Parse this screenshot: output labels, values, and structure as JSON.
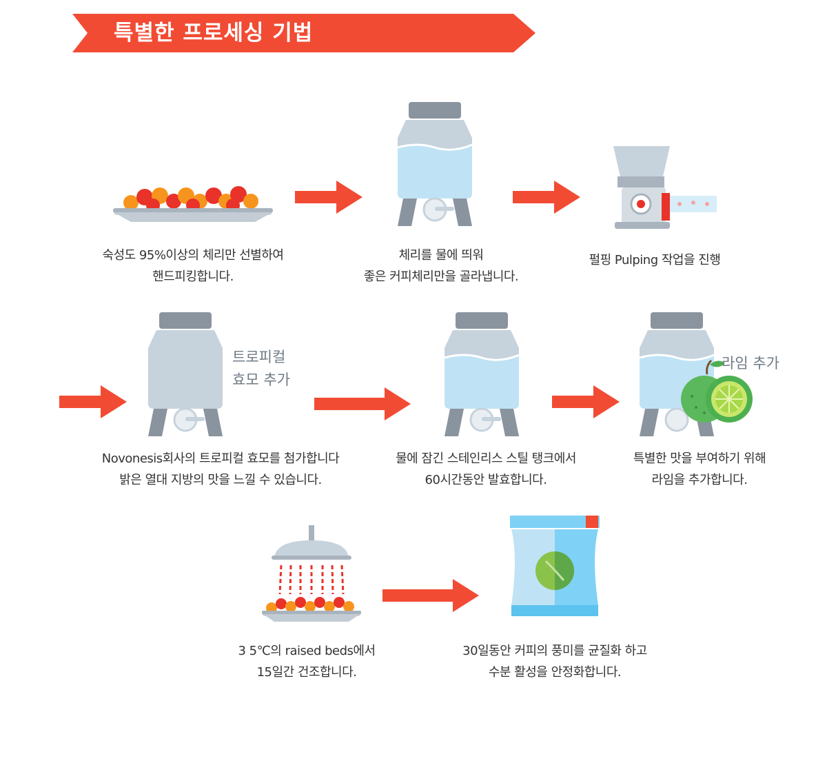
{
  "header": {
    "title": "특별한 프로세싱 기법"
  },
  "steps": [
    {
      "lines": [
        "숙성도 95%이상의 체리만 선별하여",
        "핸드피킹합니다."
      ]
    },
    {
      "lines": [
        "체리를 물에 띄워",
        "좋은 커피체리만을 골라냅니다."
      ]
    },
    {
      "lines": [
        "펄핑 Pulping 작업을 진행"
      ]
    },
    {
      "lines": [
        "Novonesis회사의 트로피컬 효모를 첨가합니다",
        "밝은 열대 지방의 맛을 느낄 수 있습니다."
      ],
      "label": [
        "트로피컬",
        "효모 추가"
      ]
    },
    {
      "lines": [
        "물에 잠긴 스테인리스 스틸 탱크에서",
        "60시간동안 발효합니다."
      ]
    },
    {
      "lines": [
        "특별한 맛을 부여하기 위해",
        "라임을 추가합니다."
      ],
      "label": [
        "라임 추가"
      ]
    },
    {
      "lines": [
        "3 5℃의 raised beds에서",
        "15일간 건조합니다."
      ]
    },
    {
      "lines": [
        "30일동안 커피의 풍미를 균질화 하고",
        "수분 활성을 안정화합니다."
      ]
    }
  ],
  "colors": {
    "accent": "#f24b34",
    "tank": "#c6d2dc",
    "tank_dark": "#8a949e",
    "water": "#bfe3f5",
    "lime": "#7dc243",
    "bag": "#7fd1f5"
  },
  "icons": [
    "cherry-tray-icon",
    "water-tank-icon",
    "pulping-machine-icon",
    "yeast-tank-icon",
    "fermentation-tank-icon",
    "lime-tank-icon",
    "drying-shower-icon",
    "coffee-bag-icon"
  ]
}
